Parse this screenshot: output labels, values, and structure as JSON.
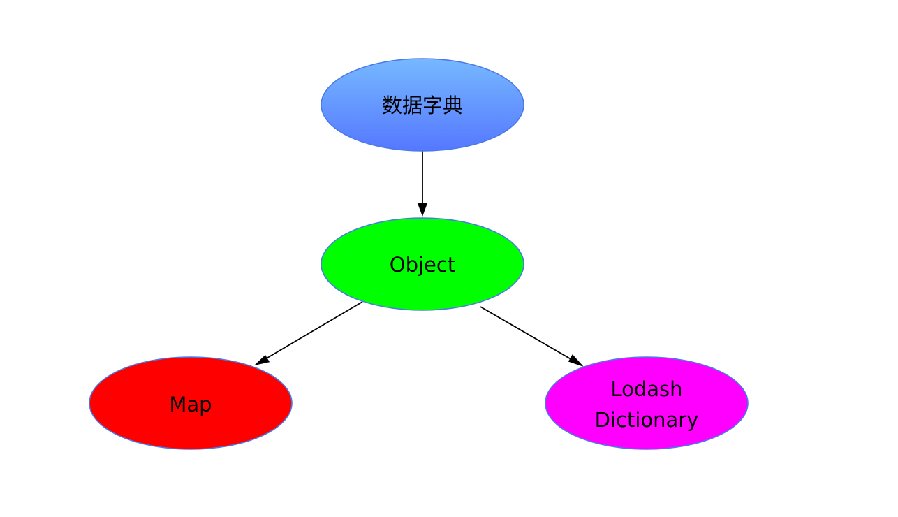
{
  "nodes": [
    {
      "id": "dict",
      "label_lines": [
        "数据字典"
      ],
      "fill": "gradient-blue"
    },
    {
      "id": "object",
      "label_lines": [
        "Object"
      ],
      "fill": "#00ff00"
    },
    {
      "id": "map",
      "label_lines": [
        "Map"
      ],
      "fill": "#ff0000"
    },
    {
      "id": "lodash",
      "label_lines": [
        "Lodash",
        "Dictionary"
      ],
      "fill": "#ff00ff"
    }
  ],
  "edges": [
    {
      "from": "dict",
      "to": "object"
    },
    {
      "from": "object",
      "to": "map"
    },
    {
      "from": "object",
      "to": "lodash"
    }
  ],
  "colors": {
    "node_border": "#4a79e8",
    "gradient_top": "#76b8ff",
    "gradient_bottom": "#5578ff",
    "edge": "#000000"
  }
}
